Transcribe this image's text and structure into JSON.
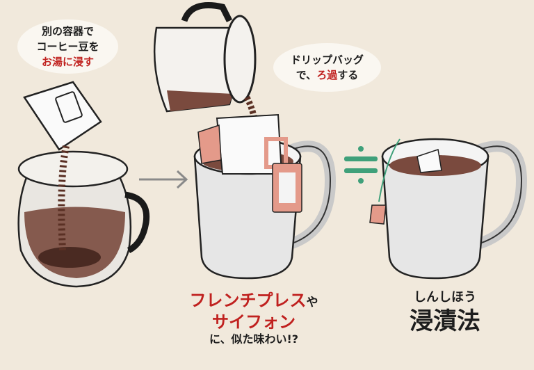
{
  "bubble_left": {
    "line1": "別の容器で",
    "line2": "コーヒー豆を",
    "line3": "お湯に浸す"
  },
  "bubble_right": {
    "line1": "ドリップバッグ",
    "line2_pre": "で、",
    "line2_red": "ろ過",
    "line2_post": "する"
  },
  "caption_middle": {
    "line1_red": "フレンチプレス",
    "line1_post": "や",
    "line2_red": "サイフォン",
    "line3": "に、似た味わい!?"
  },
  "caption_right": {
    "reading": "しんしほう",
    "term": "浸漬法"
  },
  "colors": {
    "background": "#f1e9dc",
    "accent_red": "#c0211f",
    "equals_green": "#3fa07a",
    "coffee": "#7a4a3e",
    "bag_pink": "#e49a8a"
  }
}
